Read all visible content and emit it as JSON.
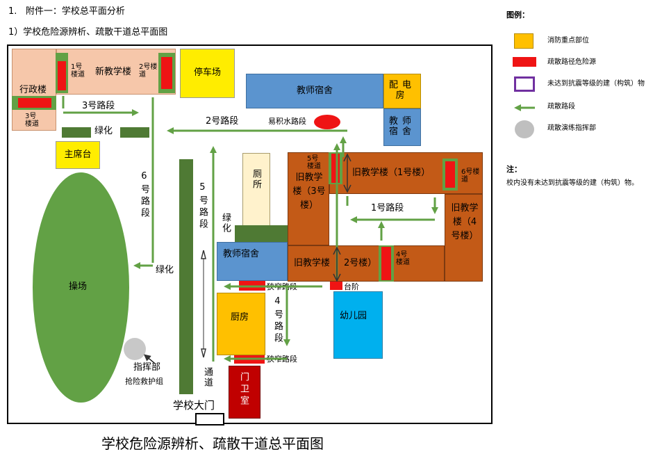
{
  "header": {
    "line1_num": "1.",
    "line1_text": "附件一：学校总平面分析",
    "line2_text": "1）学校危险源辨析、疏散干道总平面图"
  },
  "legend": {
    "title": "图例：",
    "items": [
      {
        "label": "消防重点部位",
        "swatch": "#ffc000"
      },
      {
        "label": "疏散路径危险源",
        "swatch": "#ef1414"
      },
      {
        "label": "未达到抗震等级的建（构筑）物",
        "swatch": "#7030a0"
      },
      {
        "label": "疏散路段",
        "swatch": "#62a145"
      },
      {
        "label": "疏散演练指挥部",
        "swatch": "#bfbfbf"
      }
    ],
    "note_title": "注：",
    "note_text": "校内没有未达到抗震等级的建（构筑）物。"
  },
  "map": {
    "admin": "行政楼",
    "stair3_admin": "3号楼道",
    "stair1": "1号楼道",
    "new_building": "新教学楼",
    "stair2": "2号楼道",
    "parking": "停车场",
    "teacher_dorm_top": "教师宿舍",
    "power_room": "配电房",
    "teacher_dorm_right": "教师宿舍",
    "road3": "3号路段",
    "road2": "2号路段",
    "waterlog": "易积水路段",
    "green1": "绿化",
    "rostrum": "主席台",
    "road6": "6号路段",
    "road5": "5号路段",
    "toilet": "厕所",
    "green2": "绿化",
    "stair5": "5号楼道",
    "old_bldg3": "旧教学楼（3号楼）",
    "old_bldg1": "旧教学楼（1号楼）",
    "stair6": "6号楼道",
    "road1": "1号路段",
    "old_bldg4": "旧教学楼（4号楼）",
    "playground": "操场",
    "green3": "绿化",
    "teacher_dorm_mid": "教师宿舍",
    "old_bldg2_a": "旧教学楼",
    "old_bldg2_b": "2号楼）",
    "stair4": "4号楼道",
    "narrow1": "狭窄路段",
    "steps": "台阶",
    "kitchen": "厨房",
    "road4": "4号路段",
    "kindergarten": "幼儿园",
    "narrow2": "狭窄路段",
    "command": "指挥部",
    "rescue": "抢险救护组",
    "passage": "通道",
    "guard": "门卫室",
    "gate": "学校大门"
  },
  "caption": "学校危险源辨析、疏散干道总平面图"
}
